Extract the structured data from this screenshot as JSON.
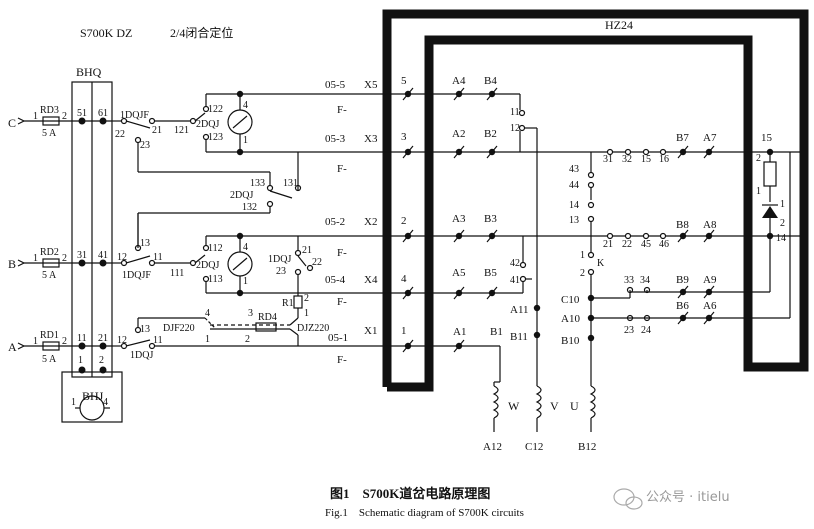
{
  "header": {
    "model": "S700K DZ",
    "mode": "2/4闭合定位"
  },
  "hz_label": "HZ24",
  "bhq_label": "BHQ",
  "bhj_label": "BHJ",
  "bhj_pins": [
    "1",
    "4"
  ],
  "phases": [
    {
      "name": "C",
      "fuse": "RD3",
      "fuse_pins": [
        "1",
        "2"
      ],
      "rating": "5 A",
      "bhq_in": "51",
      "bhq_out": "61"
    },
    {
      "name": "B",
      "fuse": "RD2",
      "fuse_pins": [
        "1",
        "2"
      ],
      "rating": "5 A",
      "bhq_in": "31",
      "bhq_out": "41"
    },
    {
      "name": "A",
      "fuse": "RD1",
      "fuse_pins": [
        "1",
        "2"
      ],
      "rating": "5 A",
      "bhq_in": "11",
      "bhq_out": "21"
    }
  ],
  "bhq_bottom": [
    "1",
    "2"
  ],
  "relay_labels": [
    "1DQJF",
    "2DQJ",
    "1DQJF",
    "2DQJ",
    "1DQJ",
    "1DQJ",
    "2DQJ"
  ],
  "contact_labels": [
    "22",
    "21",
    "23",
    "121",
    "122",
    "123",
    "4",
    "1",
    "133",
    "131",
    "132",
    "12",
    "13",
    "11",
    "111",
    "112",
    "113",
    "4",
    "1",
    "21",
    "23",
    "22",
    "12",
    "13",
    "11",
    "R1",
    "2",
    "1"
  ],
  "djf": {
    "left": "DJF220",
    "right": "DJZ220",
    "rd": "RD4",
    "nums": [
      "4",
      "3",
      "1",
      "2"
    ]
  },
  "terminals": [
    {
      "id": "05-5",
      "x": "X5",
      "f": "F-",
      "n": "5"
    },
    {
      "id": "05-3",
      "x": "X3",
      "f": "F-",
      "n": "3"
    },
    {
      "id": "05-2",
      "x": "X2",
      "f": "F-",
      "n": "2"
    },
    {
      "id": "05-4",
      "x": "X4",
      "f": "F-",
      "n": "4"
    },
    {
      "id": "05-1",
      "x": "X1",
      "f": "F-",
      "n": "1"
    }
  ],
  "inner_contacts": [
    "A4",
    "B4",
    "A2",
    "B2",
    "A3",
    "B3",
    "A5",
    "B5",
    "A1",
    "B1",
    "11",
    "12",
    "42",
    "41",
    "A11",
    "B11"
  ],
  "switch_block": [
    "43",
    "44",
    "14",
    "13",
    "1",
    "2",
    "K",
    "C10",
    "A10",
    "B10"
  ],
  "right_contacts": [
    "31",
    "32",
    "15",
    "16",
    "B7",
    "A7",
    "15",
    "21",
    "22",
    "45",
    "46",
    "B8",
    "A8",
    "14",
    "33",
    "34",
    "B9",
    "A9",
    "23",
    "24",
    "B6",
    "A6"
  ],
  "diode_pins": [
    "2",
    "1",
    "1",
    "2"
  ],
  "motor": {
    "windings": [
      "W",
      "V",
      "U"
    ],
    "ends": [
      "A12",
      "C12",
      "B12"
    ]
  },
  "caption": {
    "cn": "图1　S700K道岔电路原理图",
    "en": "Fig.1　Schematic diagram of S700K circuits"
  },
  "watermark": "公众号 · itielu"
}
